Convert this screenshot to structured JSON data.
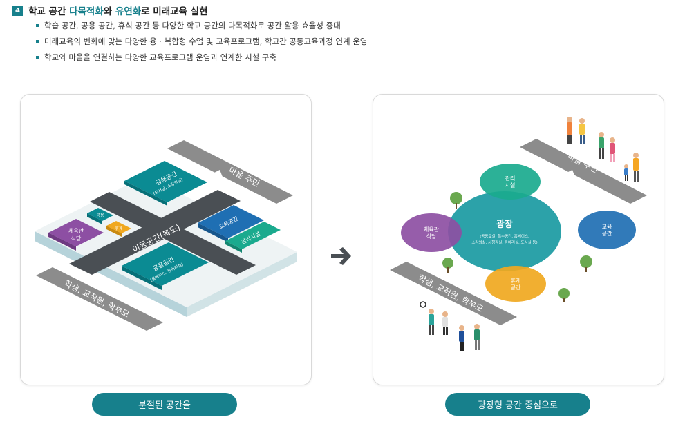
{
  "header": {
    "number": "4",
    "title_part1": "학교 공간 ",
    "title_hl1": "다목적화",
    "title_part2": "와 ",
    "title_hl2": "유연화",
    "title_part3": "로 미래교육 실현"
  },
  "bullets": [
    "학습 공간, 공용 공간, 휴식 공간 등 다양한 학교 공간의 다목적화로 공간 활용 효율성 증대",
    "미래교육의 변화에 맞는 다양한 융 · 복합형 수업 및 교육프로그램, 학교간 공동교육과정 연계 운영",
    "학교와 마을을 연결하는 다양한 교육프로그램 운영과 연계한 시설 구축"
  ],
  "left_panel": {
    "top_block": "공용공간",
    "top_block_sub": "(도서실, 소강의실)",
    "small1": "공용\n공간",
    "small2": "휴게\n공간",
    "gym": "체육관\n식당",
    "edu": "교육공간",
    "admin": "관리시설",
    "corridor": "이동공간(복도)",
    "bottom_block": "공용공간",
    "bottom_block_sub": "(홈베이스, 동아리실)",
    "banner_top": "마을 주민",
    "banner_bottom": "학생, 교직원, 학부모"
  },
  "right_panel": {
    "center": "광장",
    "center_sub1": "(공용교실, 특수공간, 홈베이스,",
    "center_sub2": "소강의실, 시청각실, 동아리실, 도서실 등)",
    "admin": "관리\n시설",
    "gym": "체육관\n식당",
    "edu": "교육\n공간",
    "rest": "휴게\n공간",
    "banner_top": "마을 주민",
    "banner_bottom": "학생, 교직원, 학부모"
  },
  "captions": {
    "left": "분절된 공간을",
    "right": "광장형 공간 중심으로"
  },
  "colors": {
    "accent": "#17808c",
    "purple": "#8d4fa3",
    "teal": "#0b8b93",
    "blue": "#1f6fb3",
    "green": "#1aaa8e",
    "orange": "#f0a81f",
    "gray": "#8c8c8c"
  }
}
